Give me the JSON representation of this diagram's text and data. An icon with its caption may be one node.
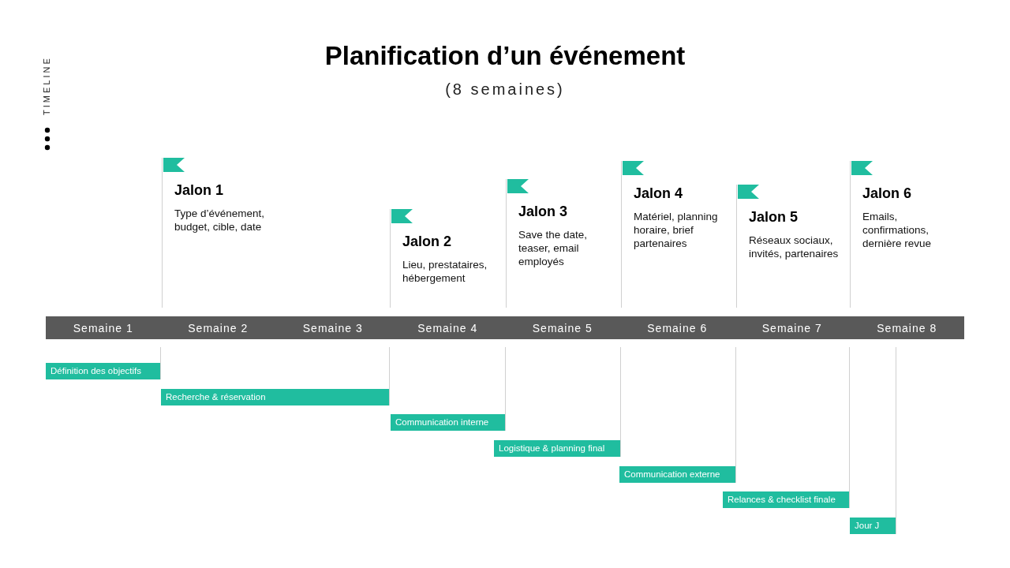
{
  "diagram": {
    "title": "Planification d’un événement",
    "caption": "(8 semaines)",
    "nodes": [
      {
        "text": [
          "Jalon 1",
          "Type d’événement, budget, cible, date"
        ]
      },
      {
        "text": [
          "Jalon 2",
          "Lieu, prestataires, hébergement"
        ]
      },
      {
        "text": [
          "Jalon 3",
          "Save the date, teaser, email employés"
        ]
      },
      {
        "text": [
          "Jalon 4",
          "Matériel, planning horaire, brief partenaires"
        ]
      },
      {
        "text": [
          "Jalon 5",
          "Réseaux sociaux, invités, partenaires"
        ]
      },
      {
        "text": [
          "Jalon 6",
          "Emails, confirmations, dernière revue"
        ]
      },
      {
        "text": [
          "Semaine 1"
        ]
      },
      {
        "text": [
          "Semaine 2"
        ]
      },
      {
        "text": [
          "Semaine 3"
        ]
      },
      {
        "text": [
          "Semaine 4"
        ]
      },
      {
        "text": [
          "Semaine 5"
        ]
      },
      {
        "text": [
          "Semaine 6"
        ]
      },
      {
        "text": [
          "Semaine 7"
        ]
      },
      {
        "text": [
          "Semaine 8"
        ]
      },
      {
        "text": [
          "Définition des objectifs"
        ]
      },
      {
        "text": [
          "Recherche & réservation"
        ]
      },
      {
        "text": [
          "Communication interne"
        ]
      },
      {
        "text": [
          "Logistique & planning final"
        ]
      },
      {
        "text": [
          "Communication externe"
        ]
      },
      {
        "text": [
          "Relances & checklist finale"
        ]
      },
      {
        "text": [
          "Jour J"
        ]
      }
    ],
    "edges": [],
    "labels": [
      "TIMELINE"
    ]
  }
}
